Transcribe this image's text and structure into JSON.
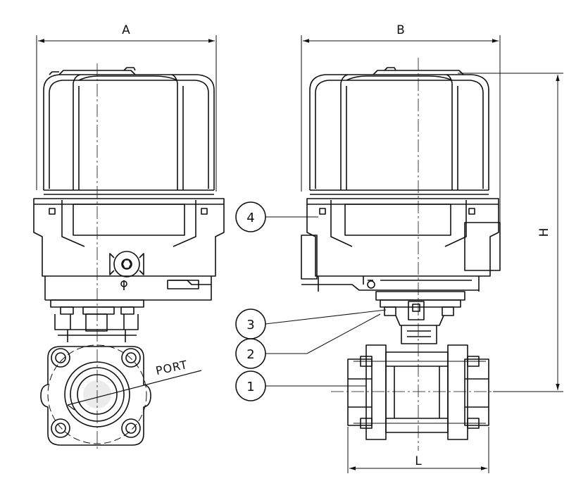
{
  "dimensions": {
    "a": "A",
    "b": "B",
    "h": "H",
    "l": "L"
  },
  "port_label": "PORT",
  "callouts": [
    {
      "num": "1"
    },
    {
      "num": "2"
    },
    {
      "num": "3"
    },
    {
      "num": "4"
    }
  ],
  "colors": {
    "line": "#111111",
    "background": "#ffffff"
  }
}
